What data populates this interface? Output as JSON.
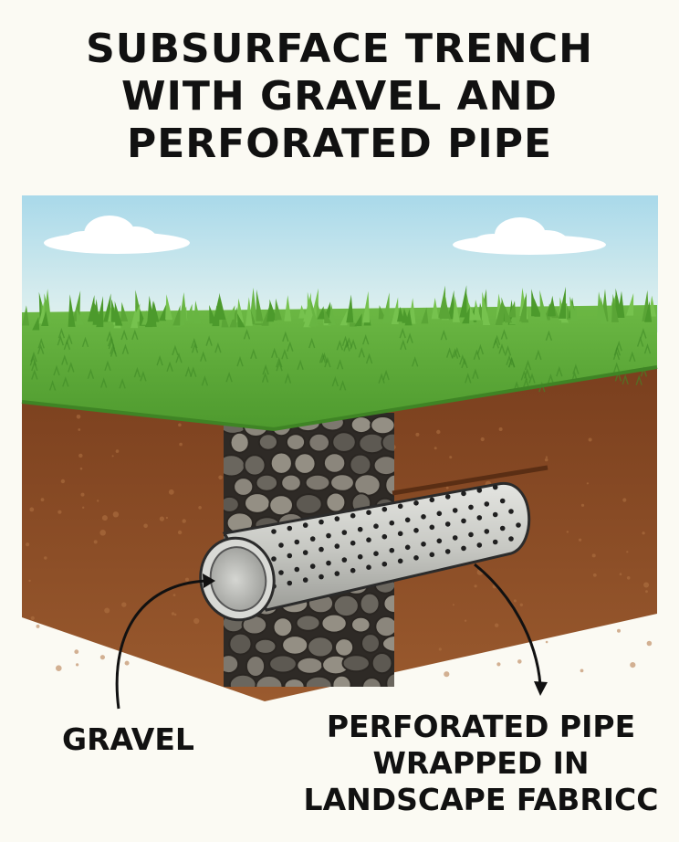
{
  "title": {
    "line1": "SUBSURFACE TRENCH",
    "line2": "WITH GRAVEL AND",
    "line3": "PERFORATED PIPE"
  },
  "labels": {
    "gravel": "GRAVEL",
    "pipe_line1": "PERFORATED PIPE",
    "pipe_line2": "WRAPPED IN",
    "pipe_line3": "LANDSCAPE FABRICC"
  },
  "colors": {
    "sky": "#bfe3ee",
    "grass": "#5fa838",
    "soil": "#8a4a24",
    "gravel": "#6e6a62",
    "pipe": "#c9cac6"
  }
}
